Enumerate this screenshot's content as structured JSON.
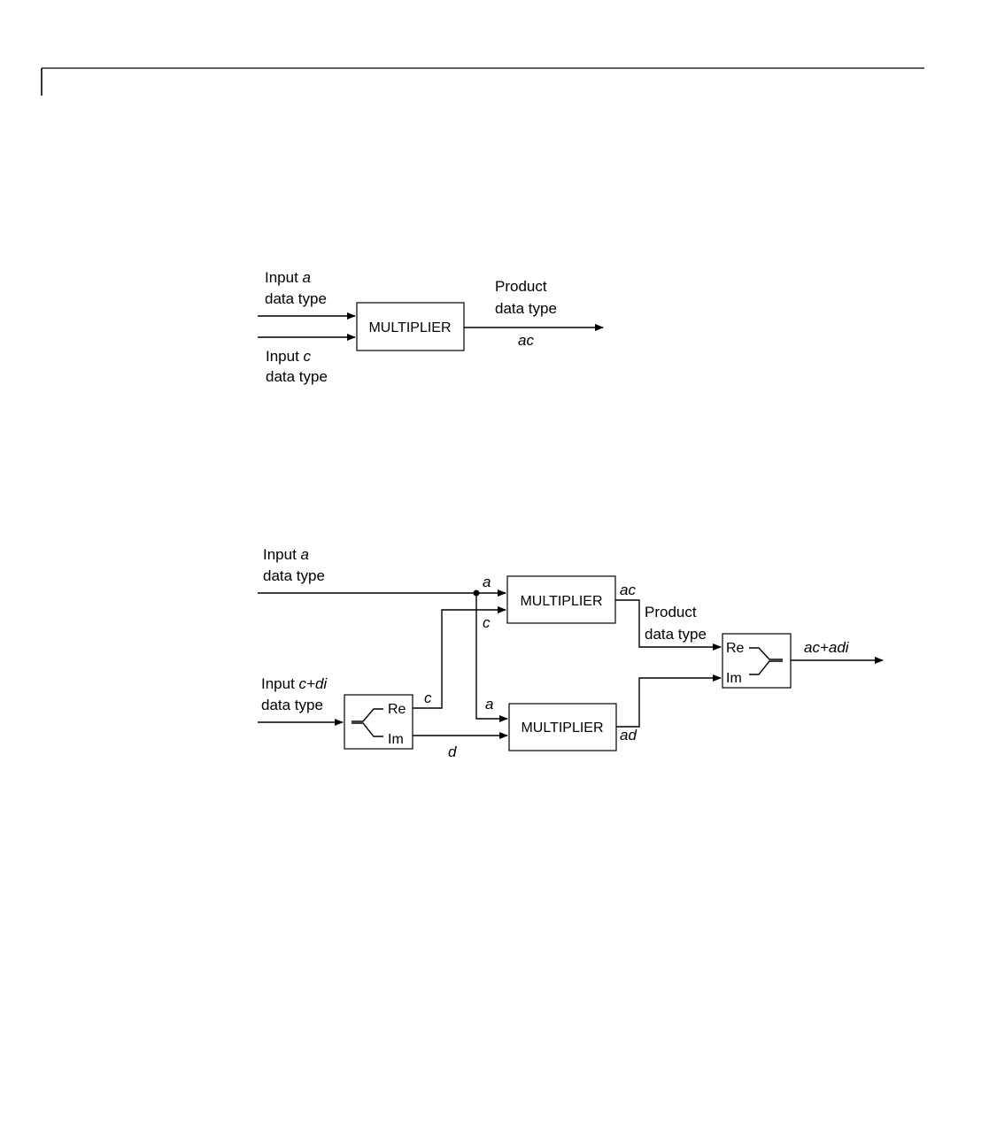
{
  "diagram1": {
    "input_a": {
      "line1_prefix": "Input ",
      "line1_var": "a",
      "line2": "data type"
    },
    "input_c": {
      "line1_prefix": "Input ",
      "line1_var": "c",
      "line2": "data type"
    },
    "multiplier": "MULTIPLIER",
    "output": {
      "line1": "Product",
      "line2": "data type",
      "signal": "ac"
    }
  },
  "diagram2": {
    "input_a": {
      "line1_prefix": "Input ",
      "line1_var": "a",
      "line2": "data type"
    },
    "input_cdi": {
      "line1_prefix": "Input ",
      "line1_var": "c+di",
      "line2": "data type"
    },
    "splitter": {
      "re": "Re",
      "im": "Im"
    },
    "multiplier_top": "MULTIPLIER",
    "multiplier_bottom": "MULTIPLIER",
    "combiner": {
      "re": "Re",
      "im": "Im"
    },
    "product_label": {
      "line1": "Product",
      "line2": "data type"
    },
    "signals": {
      "a_top": "a",
      "c_top": "c",
      "a_bottom": "a",
      "c_split": "c",
      "d_split": "d",
      "ac": "ac",
      "ad": "ad",
      "out": "ac+adi"
    }
  }
}
